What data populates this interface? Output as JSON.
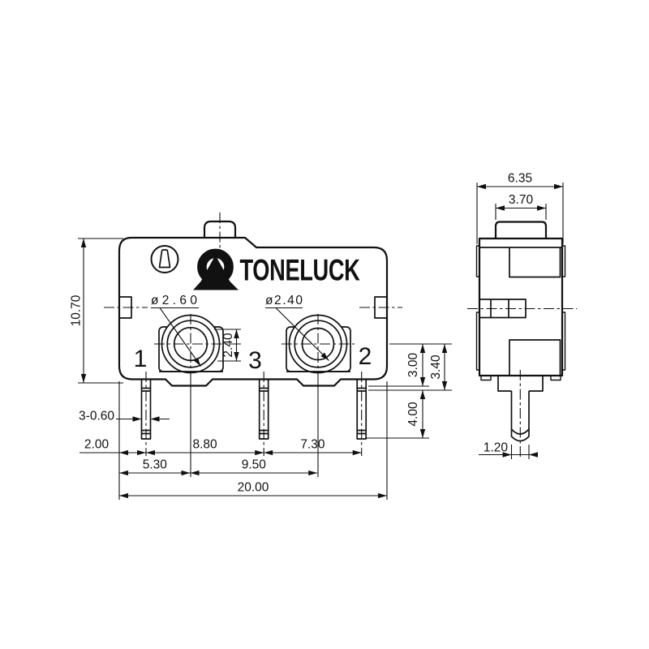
{
  "page": {
    "background": "#ffffff",
    "line_color": "#111111"
  },
  "front": {
    "brand": "TONELUCK",
    "terminals": {
      "t1": "1",
      "t3": "3",
      "t2": "2"
    },
    "dims": {
      "height": "10.70",
      "pin_width": "3-0.60",
      "edge_to_pin1": "2.00",
      "pin1_to_pin3": "8.80",
      "pin3_to_pin2": "7.30",
      "edge_to_hole1": "5.30",
      "hole_pitch": "9.50",
      "overall_width": "20.00",
      "hole1_dia": "ø2.60",
      "hole2_dia": "ø2.40",
      "hole_inset": "2.40",
      "center_to_base": "3.00",
      "center_to_shoulder": "3.40",
      "pin_length": "4.00"
    }
  },
  "side": {
    "dims": {
      "overall_depth": "6.35",
      "button_width": "3.70",
      "pin_thickness": "1.20"
    }
  }
}
